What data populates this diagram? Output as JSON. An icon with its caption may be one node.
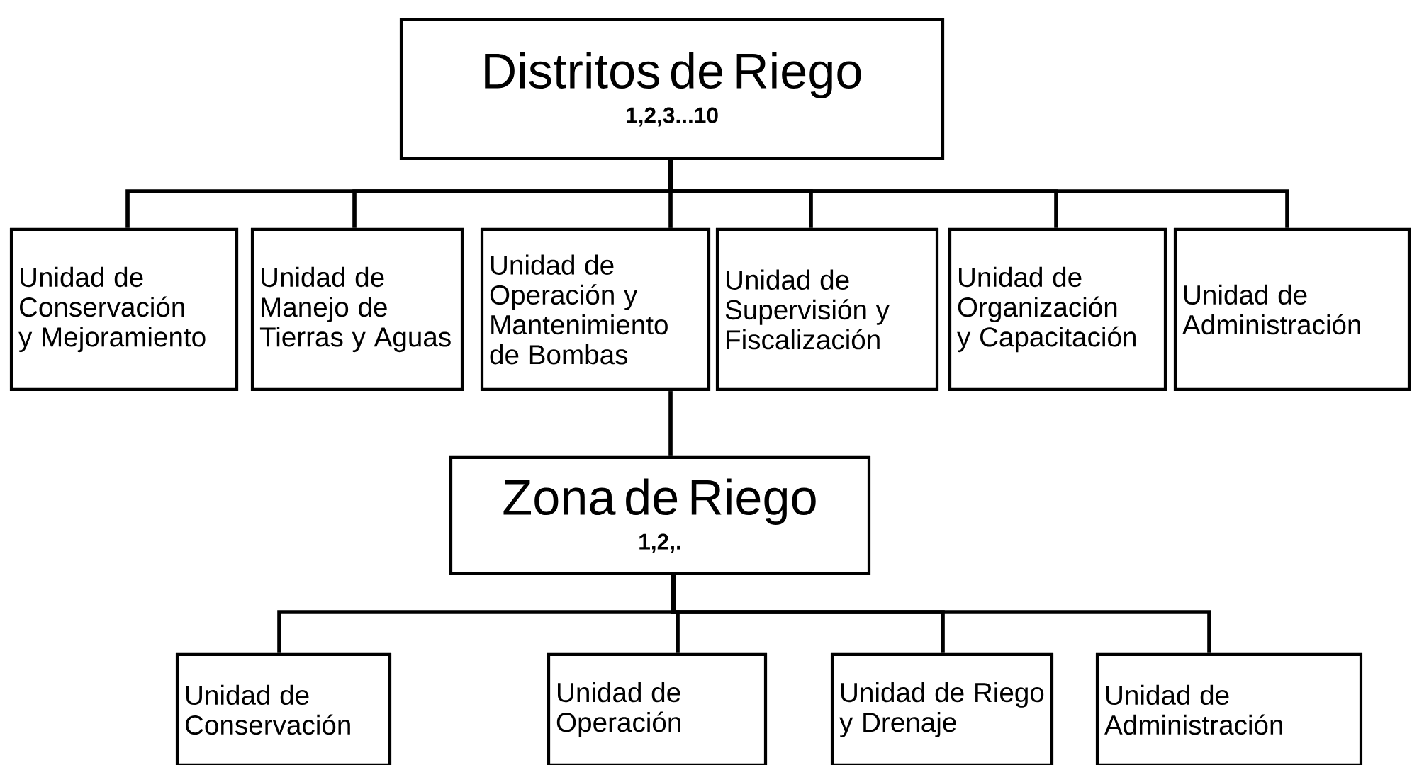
{
  "diagram": {
    "nodes": [
      {
        "text": [
          "Distritos de Riego",
          "1,2,3...10"
        ]
      },
      {
        "text": [
          "Unidad de Conservación y Mejoramiento"
        ]
      },
      {
        "text": [
          "Unidad de Manejo de Tierras y Aguas"
        ]
      },
      {
        "text": [
          "Unidad de Operación y Mantenimiento de Bombas"
        ]
      },
      {
        "text": [
          "Unidad de Supervisión y Fiscalización"
        ]
      },
      {
        "text": [
          "Unidad de Organización y Capacitación"
        ]
      },
      {
        "text": [
          "Unidad de Administración"
        ]
      },
      {
        "text": [
          "Zona de Riego",
          "1,2,."
        ]
      },
      {
        "text": [
          "Unidad de Conservación"
        ]
      },
      {
        "text": [
          "Unidad de Operación"
        ]
      },
      {
        "text": [
          "Unidad de Riego y Drenaje"
        ]
      },
      {
        "text": [
          "Unidad de Administración"
        ]
      }
    ],
    "edges": [
      {
        "from": 0,
        "to": 1,
        "arrow": "none"
      },
      {
        "from": 0,
        "to": 2,
        "arrow": "none"
      },
      {
        "from": 0,
        "to": 3,
        "arrow": "none"
      },
      {
        "from": 0,
        "to": 4,
        "arrow": "none"
      },
      {
        "from": 0,
        "to": 5,
        "arrow": "none"
      },
      {
        "from": 0,
        "to": 6,
        "arrow": "none"
      },
      {
        "from": 3,
        "to": 7,
        "arrow": "none"
      },
      {
        "from": 7,
        "to": 8,
        "arrow": "none"
      },
      {
        "from": 7,
        "to": 9,
        "arrow": "none"
      },
      {
        "from": 7,
        "to": 10,
        "arrow": "none"
      },
      {
        "from": 7,
        "to": 11,
        "arrow": "none"
      }
    ]
  }
}
